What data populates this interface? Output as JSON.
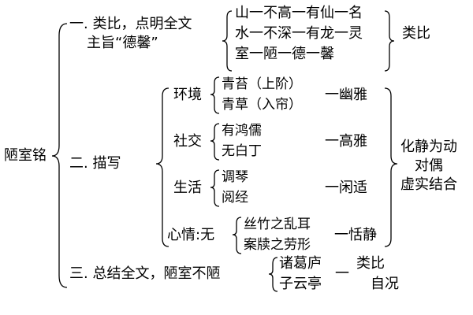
{
  "root": "陋室铭",
  "section1": {
    "label": "一. 类比，点明全文",
    "label2": "主旨“德馨”",
    "items": [
      "山一不高一有仙一名",
      "水一不深一有龙一灵",
      "室一陋一德一馨"
    ],
    "result": "类比"
  },
  "section2": {
    "label": "二. 描写",
    "groups": [
      {
        "name": "环境",
        "items": [
          "青苔（上阶）",
          "青草（入帘）"
        ],
        "result": "一幽雅"
      },
      {
        "name": "社交",
        "items": [
          "有鸿儒",
          "无白丁"
        ],
        "result": "一高雅"
      },
      {
        "name": "生活",
        "items": [
          "调琴",
          "阅经"
        ],
        "result": "一闲适"
      },
      {
        "name": "心情:无",
        "items": [
          "丝竹之乱耳",
          "案牍之劳形"
        ],
        "result": "一恬静"
      }
    ],
    "summary": [
      "化静为动",
      "对偶",
      "虚实结合"
    ]
  },
  "section3": {
    "label": "三. 总结全文，陋室不陋",
    "items": [
      "诸葛庐",
      "子云亭"
    ],
    "dash": "一",
    "results": [
      "类比",
      "自况"
    ]
  }
}
